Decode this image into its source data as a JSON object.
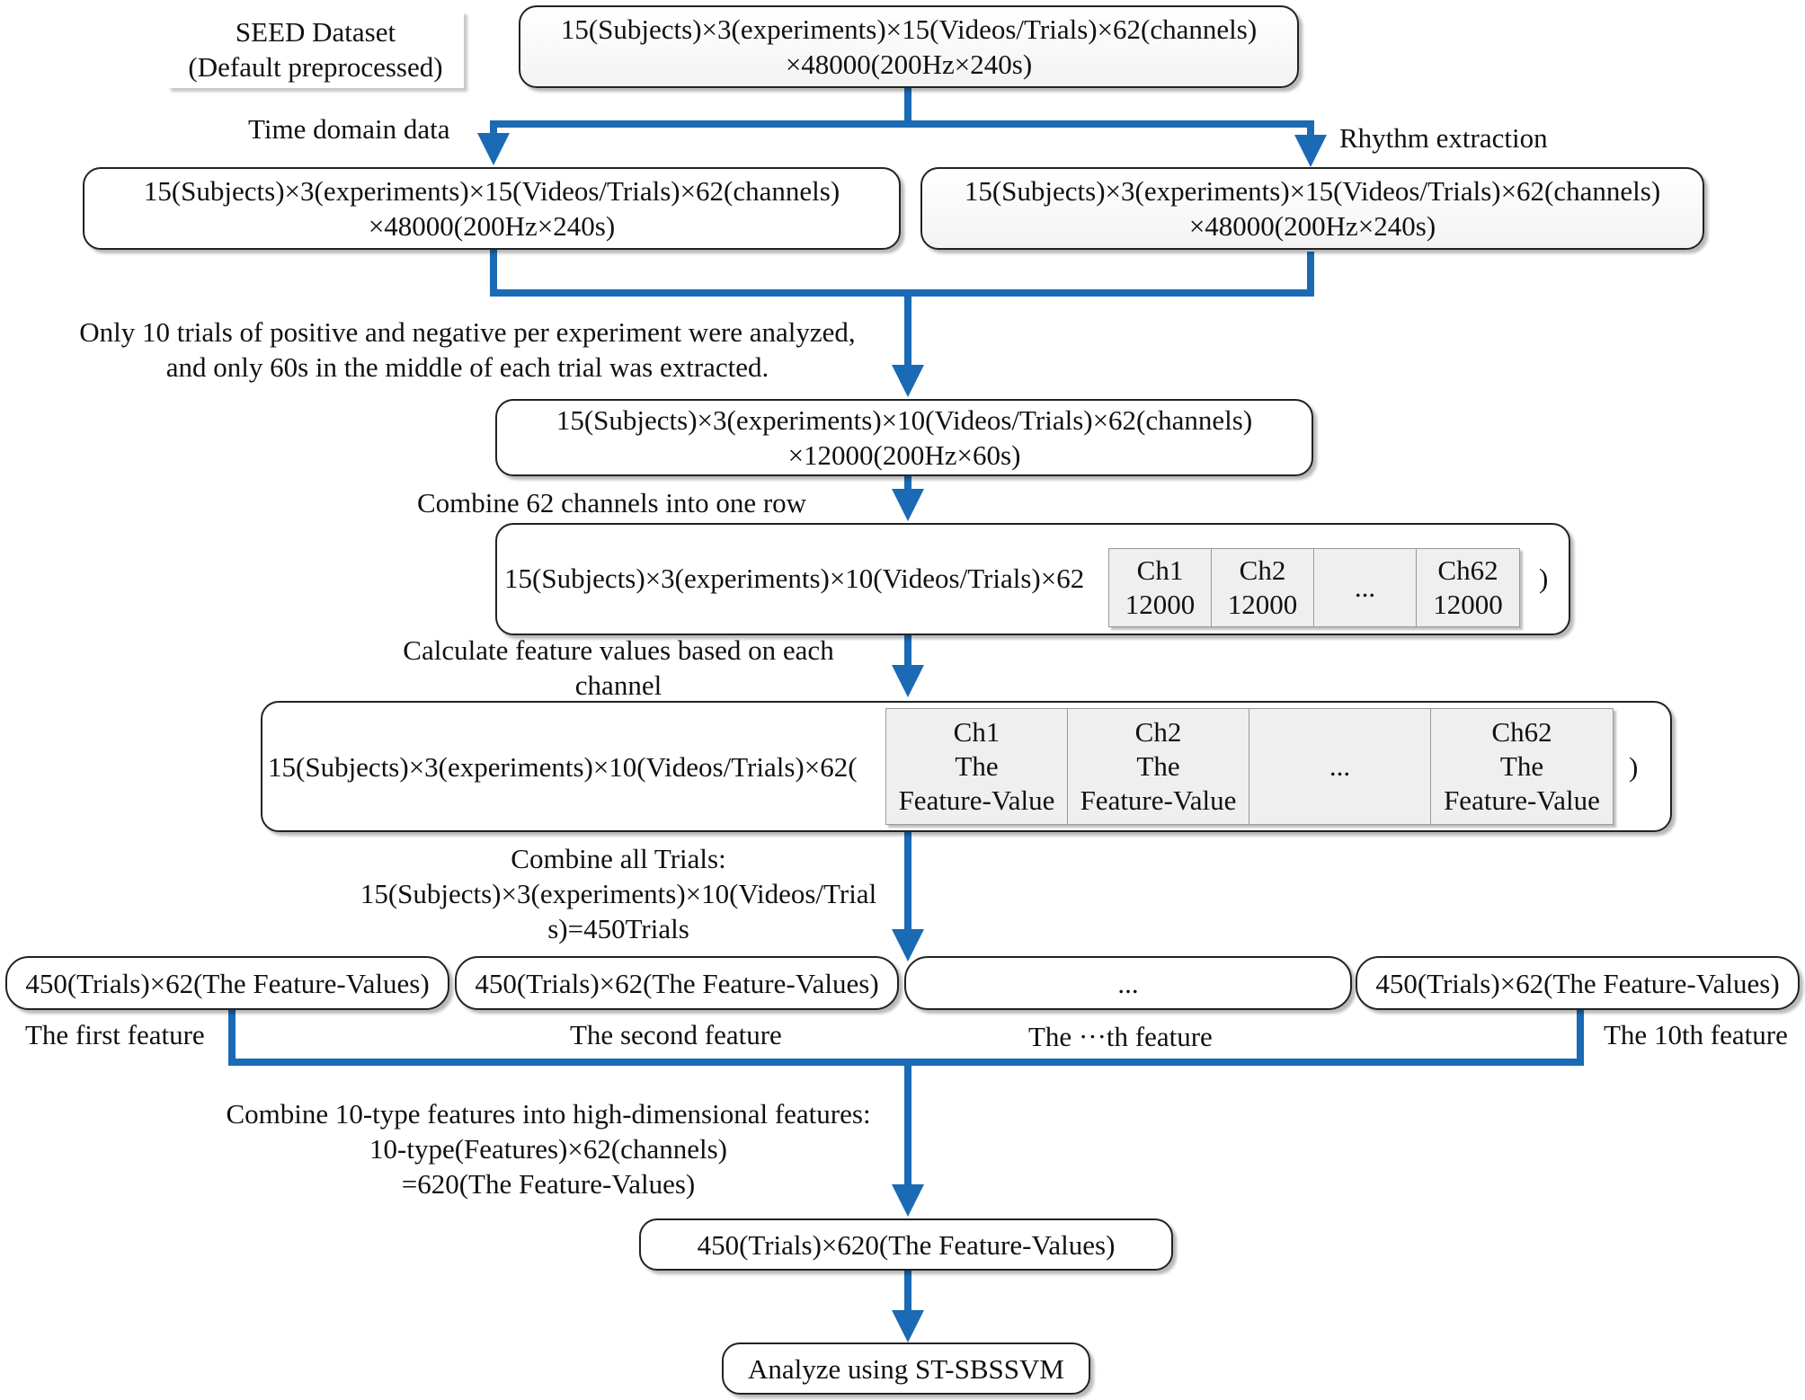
{
  "source": {
    "label_line1": "SEED Dataset",
    "label_line2": "(Default preprocessed)"
  },
  "top_box": {
    "line1": "15(Subjects)×3(experiments)×15(Videos/Trials)×62(channels)",
    "line2": "×48000(200Hz×240s)"
  },
  "branch_left_label": "Time domain data",
  "branch_right_label": "Rhythm extraction",
  "left_box": {
    "line1": "15(Subjects)×3(experiments)×15(Videos/Trials)×62(channels)",
    "line2": "×48000(200Hz×240s)"
  },
  "right_box": {
    "line1": "15(Subjects)×3(experiments)×15(Videos/Trials)×62(channels)",
    "line2": "×48000(200Hz×240s)"
  },
  "step1_label": {
    "line1": "Only 10 trials of positive and negative per experiment were analyzed,",
    "line2": "and only 60s in the middle of each trial was extracted."
  },
  "box2": {
    "line1": "15(Subjects)×3(experiments)×10(Videos/Trials)×62(channels)",
    "line2": "×12000(200Hz×60s)"
  },
  "step2_label": "Combine 62 channels into one row",
  "box3": {
    "prefix": "15(Subjects)×3(experiments)×10(Videos/Trials)×62",
    "suffix": ")",
    "cells": [
      {
        "top": "Ch1",
        "bottom": "12000"
      },
      {
        "top": "Ch2",
        "bottom": "12000"
      },
      {
        "top": "...",
        "bottom": ""
      },
      {
        "top": "Ch62",
        "bottom": "12000"
      }
    ]
  },
  "step3_label": {
    "line1": "Calculate feature values based on each",
    "line2": "channel"
  },
  "box4": {
    "prefix": "15(Subjects)×3(experiments)×10(Videos/Trials)×62(",
    "suffix": ")",
    "cells": [
      {
        "l1": "Ch1",
        "l2": "The",
        "l3": "Feature-Value"
      },
      {
        "l1": "Ch2",
        "l2": "The",
        "l3": "Feature-Value"
      },
      {
        "l1": "",
        "l2": "...",
        "l3": ""
      },
      {
        "l1": "Ch62",
        "l2": "The",
        "l3": "Feature-Value"
      }
    ]
  },
  "step4_label": {
    "line1": "Combine all Trials:",
    "line2": "15(Subjects)×3(experiments)×10(Videos/Trial",
    "line3": "s)=450Trials"
  },
  "feature_boxes": [
    "450(Trials)×62(The Feature-Values)",
    "450(Trials)×62(The Feature-Values)",
    "...",
    "450(Trials)×62(The Feature-Values)"
  ],
  "feature_labels": [
    "The first feature",
    "The second feature",
    "The ···th  feature",
    "The 10th feature"
  ],
  "step5_label": {
    "line1": "Combine 10-type features into high-dimensional features:",
    "line2": "10-type(Features)×62(channels)",
    "line3": "=620(The Feature-Values)"
  },
  "box6": "450(Trials)×620(The Feature-Values)",
  "box7": "Analyze using ST-SBSSVM",
  "colors": {
    "arrow": "#1a6ab5",
    "border": "#222222",
    "cell_fill": "#efefef"
  }
}
